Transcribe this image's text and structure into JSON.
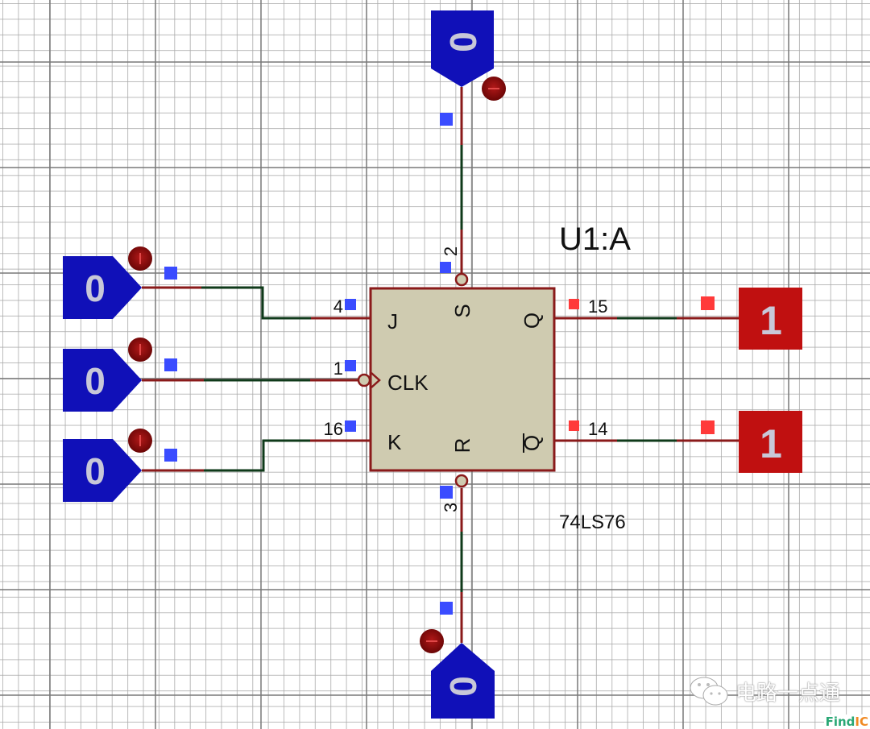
{
  "component": {
    "reference": "U1:A",
    "part_number": "74LS76",
    "pins": {
      "J": {
        "label": "J",
        "number": "4"
      },
      "CLK": {
        "label": "CLK",
        "number": "1"
      },
      "K": {
        "label": "K",
        "number": "16"
      },
      "S": {
        "label": "S",
        "number": "2"
      },
      "R": {
        "label": "R",
        "number": "3"
      },
      "Q": {
        "label": "Q",
        "number": "15"
      },
      "QBAR": {
        "label": "Q",
        "number": "14"
      }
    }
  },
  "inputs": {
    "set_probe": {
      "value": "0"
    },
    "j_probe": {
      "value": "0"
    },
    "clk_probe": {
      "value": "0"
    },
    "k_probe": {
      "value": "0"
    },
    "reset_probe": {
      "value": "0"
    }
  },
  "outputs": {
    "q_probe": {
      "value": "1"
    },
    "qbar_probe": {
      "value": "1"
    }
  },
  "colors": {
    "logic_low": "#1010b8",
    "logic_high": "#c01010",
    "wire": "#8a1a1a",
    "wire_segment": "#0f3a1a",
    "chip_fill": "#cfcbb0",
    "chip_border": "#8a1a1a",
    "low_marker": "#3a4cff",
    "high_marker": "#ff3a3a"
  },
  "watermark": {
    "text": "电路一点通",
    "logo_green": "Find",
    "logo_orange": "IC"
  }
}
